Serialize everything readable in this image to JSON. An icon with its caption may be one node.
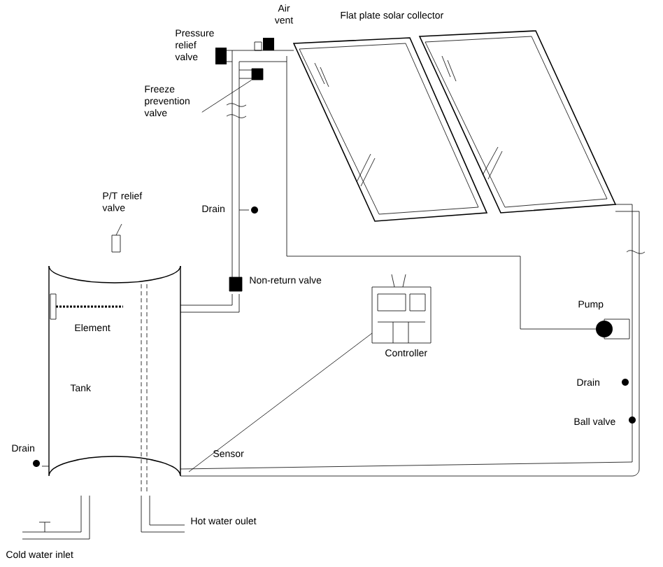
{
  "diagram": {
    "nodes": [
      {
        "text": [
          "Freeze prevention valve"
        ]
      },
      {
        "text": [],
        "shape": "valve"
      }
    ],
    "edges": [
      {
        "from": 0,
        "to": 1,
        "arrow": "none"
      }
    ],
    "labels": [
      "Air vent",
      "Pressure relief valve",
      "Flat plate solar collector",
      "P/T relief valve",
      "Drain",
      "Non-return valve",
      "Element",
      "Controller",
      "Pump",
      "Tank",
      "Drain",
      "Drain",
      "Ball valve",
      "Sensor",
      "Hot water oulet",
      "Cold water inlet"
    ]
  }
}
